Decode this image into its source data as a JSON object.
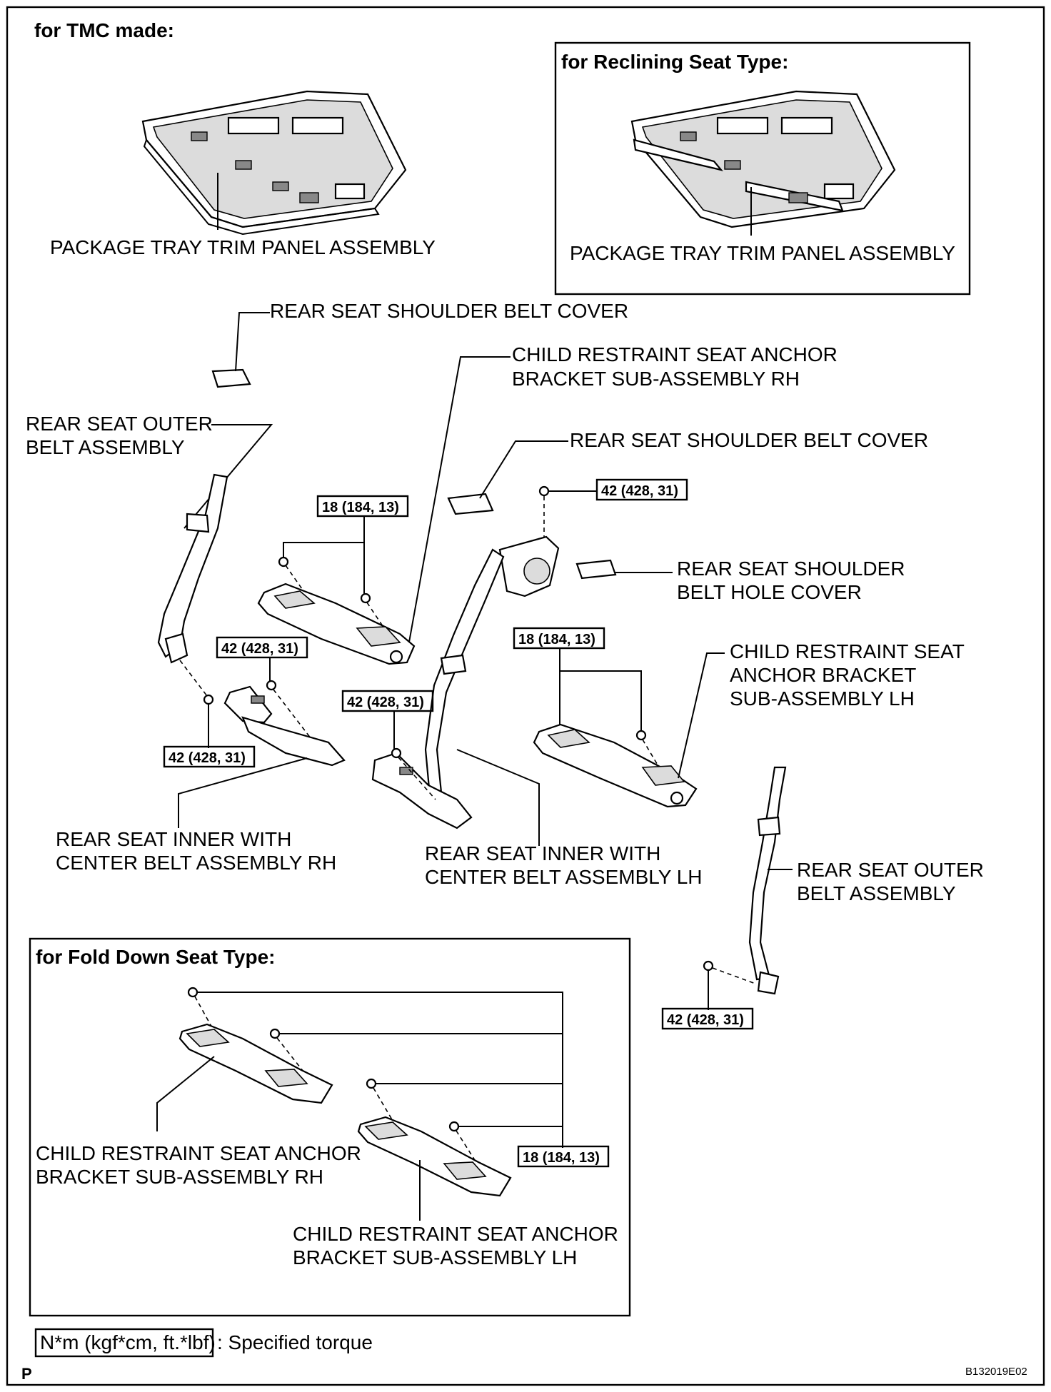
{
  "headers": {
    "tmc": "for TMC made:",
    "reclining": "for Reclining Seat Type:",
    "fold_down": "for Fold Down Seat Type:"
  },
  "labels": {
    "tray_main": "PACKAGE TRAY TRIM PANEL ASSEMBLY",
    "tray_reclining": "PACKAGE TRAY TRIM PANEL ASSEMBLY",
    "shoulder_cover_1": "REAR SEAT SHOULDER BELT COVER",
    "anchor_rh_l1": "CHILD RESTRAINT SEAT ANCHOR",
    "anchor_rh_l2": "BRACKET SUB-ASSEMBLY RH",
    "outer_rh_l1": "REAR SEAT OUTER",
    "outer_rh_l2": "BELT ASSEMBLY",
    "shoulder_cover_2": "REAR SEAT SHOULDER BELT COVER",
    "hole_cover_l1": "REAR SEAT SHOULDER",
    "hole_cover_l2": "BELT HOLE COVER",
    "anchor_lh_l1": "CHILD RESTRAINT SEAT",
    "anchor_lh_l2": "ANCHOR BRACKET",
    "anchor_lh_l3": "SUB-ASSEMBLY LH",
    "inner_rh_l1": "REAR SEAT INNER WITH",
    "inner_rh_l2": "CENTER BELT ASSEMBLY RH",
    "inner_lh_l1": "REAR SEAT INNER WITH",
    "inner_lh_l2": "CENTER BELT ASSEMBLY LH",
    "outer_lh_l1": "REAR SEAT OUTER",
    "outer_lh_l2": "BELT ASSEMBLY",
    "fold_anchor_rh_l1": "CHILD RESTRAINT SEAT ANCHOR",
    "fold_anchor_rh_l2": "BRACKET SUB-ASSEMBLY RH",
    "fold_anchor_lh_l1": "CHILD RESTRAINT SEAT ANCHOR",
    "fold_anchor_lh_l2": "BRACKET SUB-ASSEMBLY LH"
  },
  "torques": {
    "anchor_rh": "18 (184, 13)",
    "shoulder_retractor": "42 (428, 31)",
    "inner_rh_top": "42 (428, 31)",
    "inner_lh": "42 (428, 31)",
    "outer_rh": "42 (428, 31)",
    "anchor_lh": "18 (184, 13)",
    "outer_lh": "42 (428, 31)",
    "fold_down": "18 (184, 13)"
  },
  "legend": {
    "unit": "N*m (kgf*cm, ft.*lbf)",
    "text": ": Specified torque"
  },
  "footer": {
    "corner": "P",
    "code": "B132019E02"
  }
}
